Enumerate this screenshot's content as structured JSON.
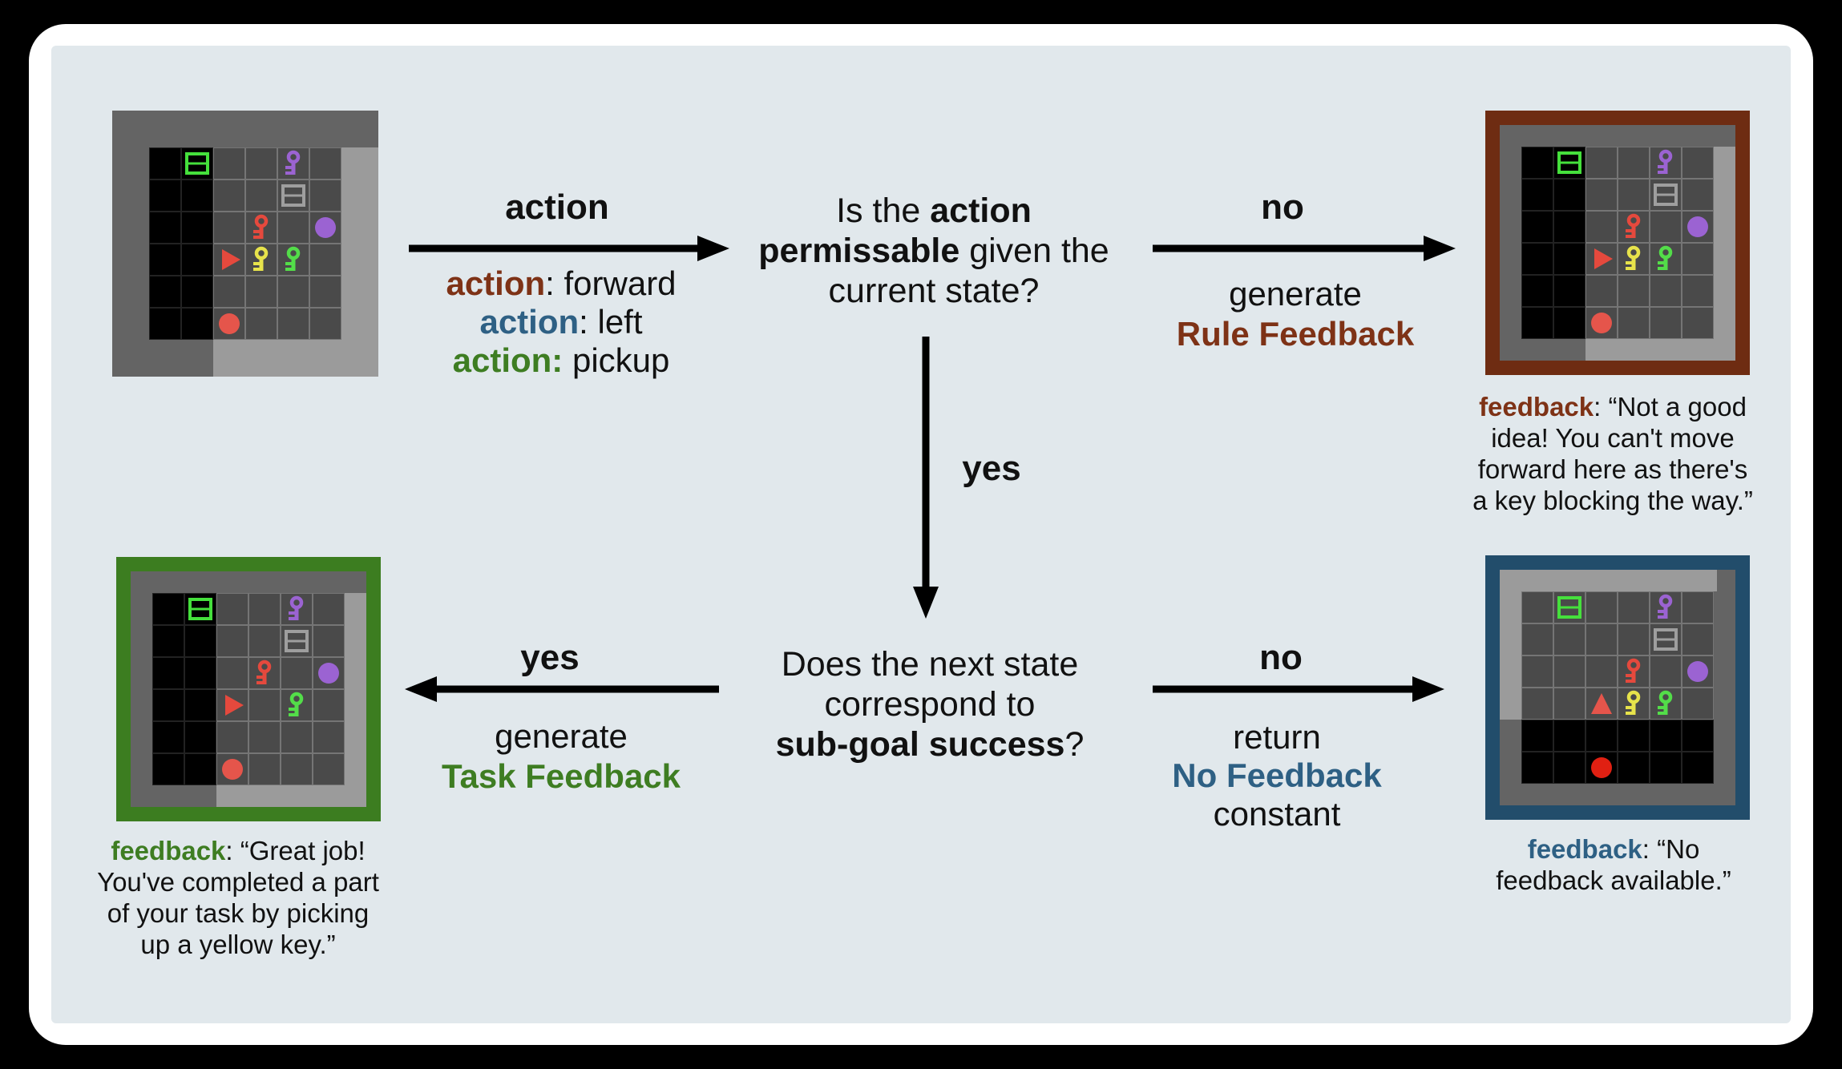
{
  "palette": {
    "brown": "#7e3216",
    "blue": "#2e6084",
    "green": "#3e7d22",
    "text": "#111111",
    "panel_bg": "#e1e8ec",
    "frame_bg": "#ffffff",
    "grid_frame": "#646464",
    "grid_highlight": "#9b9b9b",
    "floor": "#4a4a4a",
    "unlit": "#000000"
  },
  "labels": {
    "action_arrow": "action",
    "no_top": "no",
    "yes_down": "yes",
    "yes_left": "yes",
    "no_right": "no"
  },
  "runs": {
    "actions_list": [
      [
        {
          "t": "action",
          "b": 1,
          "c": "brown"
        },
        {
          "t": ": forward"
        }
      ],
      [
        {
          "t": "action",
          "b": 1,
          "c": "blue"
        },
        {
          "t": ": left"
        }
      ],
      [
        {
          "t": "action:",
          "b": 1,
          "c": "green"
        },
        {
          "t": " pickup"
        }
      ]
    ],
    "question1": [
      [
        {
          "t": "Is the "
        },
        {
          "t": "action",
          "b": 1
        }
      ],
      [
        {
          "t": "permissable",
          "b": 1
        },
        {
          "t": " given the"
        }
      ],
      [
        {
          "t": "current state?"
        }
      ]
    ],
    "question2": [
      [
        {
          "t": "Does the next state"
        }
      ],
      [
        {
          "t": "correspond to"
        }
      ],
      [
        {
          "t": "sub-goal success",
          "b": 1
        },
        {
          "t": "?"
        }
      ]
    ],
    "rule_block": [
      [
        {
          "t": "generate"
        }
      ],
      [
        {
          "t": "Rule Feedback",
          "b": 1,
          "c": "brown"
        }
      ]
    ],
    "task_block": [
      [
        {
          "t": "generate"
        }
      ],
      [
        {
          "t": "Task Feedback",
          "b": 1,
          "c": "green"
        }
      ]
    ],
    "nofeedback_block": [
      [
        {
          "t": "return"
        }
      ],
      [
        {
          "t": "No Feedback",
          "b": 1,
          "c": "blue"
        }
      ],
      [
        {
          "t": "constant"
        }
      ]
    ],
    "feedback_rule": [
      [
        {
          "t": "feedback",
          "b": 1,
          "c": "brown"
        },
        {
          "t": ": “Not a good"
        }
      ],
      [
        {
          "t": "idea! You can't move"
        }
      ],
      [
        {
          "t": "forward here as there's"
        }
      ],
      [
        {
          "t": "a key blocking the way.”"
        }
      ]
    ],
    "feedback_task": [
      [
        {
          "t": "feedback",
          "b": 1,
          "c": "green"
        },
        {
          "t": ": “Great job!"
        }
      ],
      [
        {
          "t": "You've completed a part"
        }
      ],
      [
        {
          "t": "of your task by picking"
        }
      ],
      [
        {
          "t": "up a yellow key.”"
        }
      ]
    ],
    "feedback_none": [
      [
        {
          "t": "feedback",
          "b": 1,
          "c": "blue"
        },
        {
          "t": ": “No"
        }
      ],
      [
        {
          "t": "feedback available.”"
        }
      ]
    ]
  },
  "tiles": {
    "colors": {
      "G": "#45e03c",
      "W": "#9e9e9e",
      "P": "#9b63d2",
      "R": "#e5493d",
      "Y": "#e7e34b",
      "E": "#53dd49",
      "O": "#9b63d2",
      "D": "#e5554b",
      "X": "#e02012",
      ">": "#e5493d",
      "^": "#e5554b"
    }
  },
  "grids": [
    {
      "name": "grid-state-current",
      "border": null,
      "pattern": "right",
      "rows": [
        [
          "k-",
          "kG",
          "f-",
          "f-",
          "fP",
          "f-"
        ],
        [
          "k-",
          "k-",
          "f-",
          "f-",
          "fW",
          "f-"
        ],
        [
          "k-",
          "k-",
          "f-",
          "fR",
          "f-",
          "fO"
        ],
        [
          "k-",
          "k-",
          "f>",
          "fY",
          "fE",
          "f-"
        ],
        [
          "k-",
          "k-",
          "f-",
          "f-",
          "f-",
          "f-"
        ],
        [
          "k-",
          "k-",
          "fD",
          "f-",
          "f-",
          "f-"
        ]
      ]
    },
    {
      "name": "grid-state-rule-feedback",
      "border": "#6e2c12",
      "pattern": "right",
      "rows": [
        [
          "k-",
          "kG",
          "f-",
          "f-",
          "fP",
          "f-"
        ],
        [
          "k-",
          "k-",
          "f-",
          "f-",
          "fW",
          "f-"
        ],
        [
          "k-",
          "k-",
          "f-",
          "fR",
          "f-",
          "fO"
        ],
        [
          "k-",
          "k-",
          "f>",
          "fY",
          "fE",
          "f-"
        ],
        [
          "k-",
          "k-",
          "f-",
          "f-",
          "f-",
          "f-"
        ],
        [
          "k-",
          "k-",
          "fD",
          "f-",
          "f-",
          "f-"
        ]
      ]
    },
    {
      "name": "grid-state-task-feedback",
      "border": "#3c7d20",
      "pattern": "right",
      "rows": [
        [
          "k-",
          "kG",
          "f-",
          "f-",
          "fP",
          "f-"
        ],
        [
          "k-",
          "k-",
          "f-",
          "f-",
          "fW",
          "f-"
        ],
        [
          "k-",
          "k-",
          "f-",
          "fR",
          "f-",
          "fO"
        ],
        [
          "k-",
          "k-",
          "f>",
          "f-",
          "fE",
          "f-"
        ],
        [
          "k-",
          "k-",
          "f-",
          "f-",
          "f-",
          "f-"
        ],
        [
          "k-",
          "k-",
          "fD",
          "f-",
          "f-",
          "f-"
        ]
      ]
    },
    {
      "name": "grid-state-no-feedback",
      "border": "#224d6b",
      "pattern": "up",
      "rows": [
        [
          "f-",
          "fG",
          "f-",
          "f-",
          "fP",
          "f-"
        ],
        [
          "f-",
          "f-",
          "f-",
          "f-",
          "fW",
          "f-"
        ],
        [
          "f-",
          "f-",
          "f-",
          "fR",
          "f-",
          "fO"
        ],
        [
          "f-",
          "f-",
          "f^",
          "fY",
          "fE",
          "f-"
        ],
        [
          "k-",
          "k-",
          "k-",
          "k-",
          "k-",
          "k-"
        ],
        [
          "k-",
          "k-",
          "kX",
          "k-",
          "k-",
          "k-"
        ]
      ]
    }
  ]
}
